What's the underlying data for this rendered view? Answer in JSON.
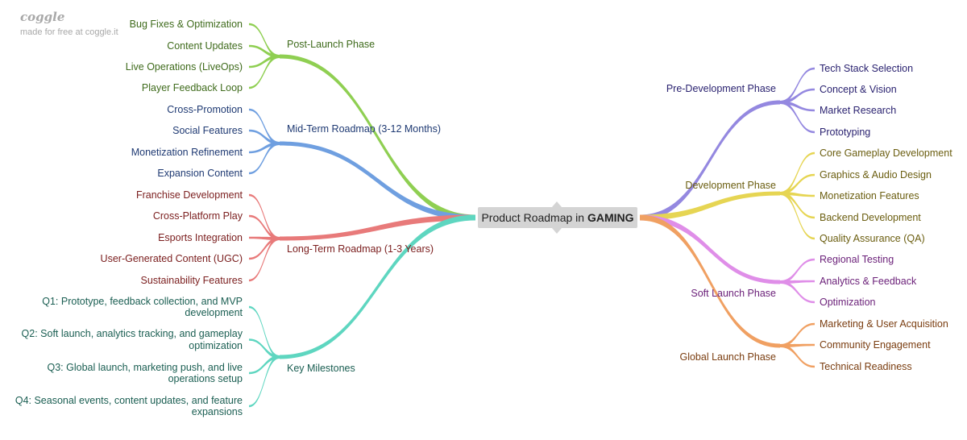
{
  "watermark": {
    "logo": "coggle",
    "tagline": "made for free at coggle.it"
  },
  "center": {
    "label_prefix": "Product Roadmap in ",
    "label_bold": "GAMING"
  },
  "branches": [
    {
      "label": "Post-Launch Phase",
      "color": "#8fcf52",
      "text_color": "#3f6b1c",
      "side": "left",
      "children": [
        "Bug Fixes & Optimization",
        "Content Updates",
        "Live Operations (LiveOps)",
        "Player Feedback Loop"
      ]
    },
    {
      "label": "Mid-Term Roadmap (3-12 Months)",
      "color": "#6f9fe0",
      "text_color": "#1f3a73",
      "side": "left",
      "children": [
        "Cross-Promotion",
        "Social Features",
        "Monetization Refinement",
        "Expansion Content"
      ]
    },
    {
      "label": "Long-Term Roadmap (1-3 Years)",
      "color": "#e87a7a",
      "text_color": "#7a1d1d",
      "side": "left",
      "children": [
        "Franchise Development",
        "Cross-Platform Play",
        "Esports Integration",
        "User-Generated Content (UGC)",
        "Sustainability Features"
      ]
    },
    {
      "label": "Key Milestones",
      "color": "#5ed6c0",
      "text_color": "#1a5e52",
      "side": "left",
      "children": [
        [
          "Q1: Prototype, feedback collection, and MVP",
          "development"
        ],
        [
          "Q2: Soft launch, analytics tracking, and gameplay",
          "optimization"
        ],
        [
          "Q3: Global launch, marketing push, and live",
          "operations setup"
        ],
        [
          "Q4: Seasonal events, content updates, and feature",
          "expansions"
        ]
      ]
    },
    {
      "label": "Pre-Development Phase",
      "color": "#9488e0",
      "text_color": "#2a2270",
      "side": "right",
      "children": [
        "Tech Stack Selection",
        "Concept & Vision",
        "Market Research",
        "Prototyping"
      ]
    },
    {
      "label": "Development Phase",
      "color": "#e6d553",
      "text_color": "#6b5e10",
      "side": "right",
      "children": [
        "Core Gameplay Development",
        "Graphics & Audio Design",
        "Monetization Features",
        "Backend Development",
        "Quality Assurance (QA)"
      ]
    },
    {
      "label": "Soft Launch Phase",
      "color": "#df8ee8",
      "text_color": "#6a1f78",
      "side": "right",
      "children": [
        "Regional Testing",
        "Analytics & Feedback",
        "Optimization"
      ]
    },
    {
      "label": "Global Launch Phase",
      "color": "#f0a062",
      "text_color": "#7a3d10",
      "side": "right",
      "children": [
        "Marketing & User Acquisition",
        "Community Engagement",
        "Technical Readiness"
      ]
    }
  ]
}
